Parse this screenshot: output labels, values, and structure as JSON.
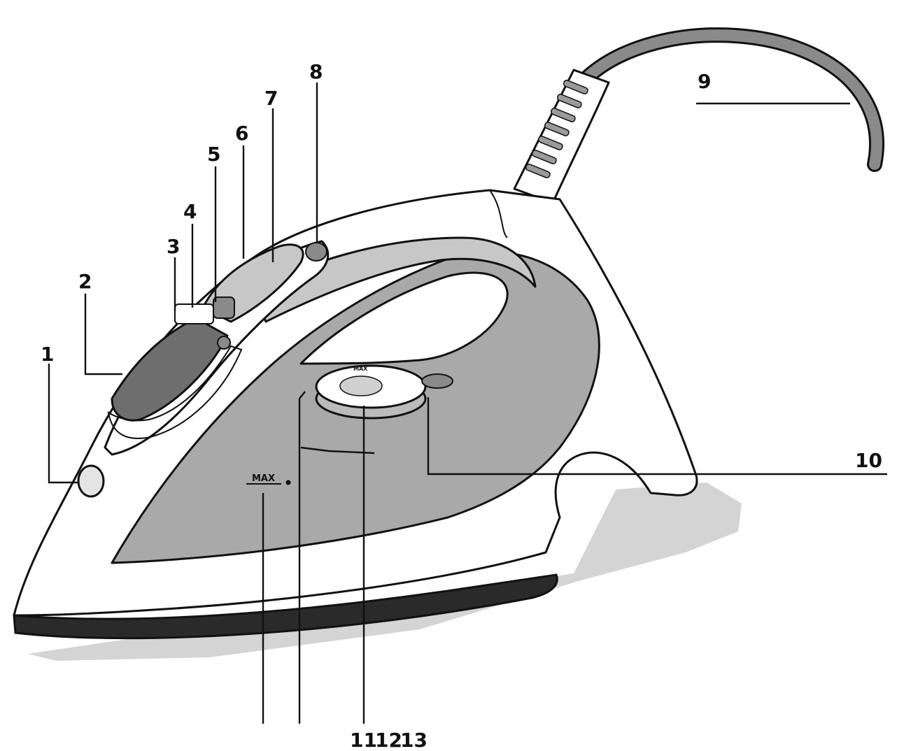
{
  "diagram": {
    "callouts": [
      {
        "id": "1",
        "label": "1"
      },
      {
        "id": "2",
        "label": "2"
      },
      {
        "id": "3",
        "label": "3"
      },
      {
        "id": "4",
        "label": "4"
      },
      {
        "id": "5",
        "label": "5"
      },
      {
        "id": "6",
        "label": "6"
      },
      {
        "id": "7",
        "label": "7"
      },
      {
        "id": "8",
        "label": "8"
      },
      {
        "id": "9",
        "label": "9"
      },
      {
        "id": "10",
        "label": "10"
      },
      {
        "id": "11",
        "label": "11"
      },
      {
        "id": "12",
        "label": "12"
      },
      {
        "id": "13",
        "label": "13"
      }
    ],
    "max_mark": "MAX",
    "dial_text": "MAX"
  },
  "colors": {
    "body_white": "#ffffff",
    "shell_gray": "#a9a9a9",
    "handle_gray": "#c7c7c7",
    "dark_gray": "#6e6e6e",
    "cord_gray": "#8a8a8a",
    "shadow_gray": "#d4d4d4",
    "soleplate": "#2a2a2a",
    "ink": "#111111"
  }
}
